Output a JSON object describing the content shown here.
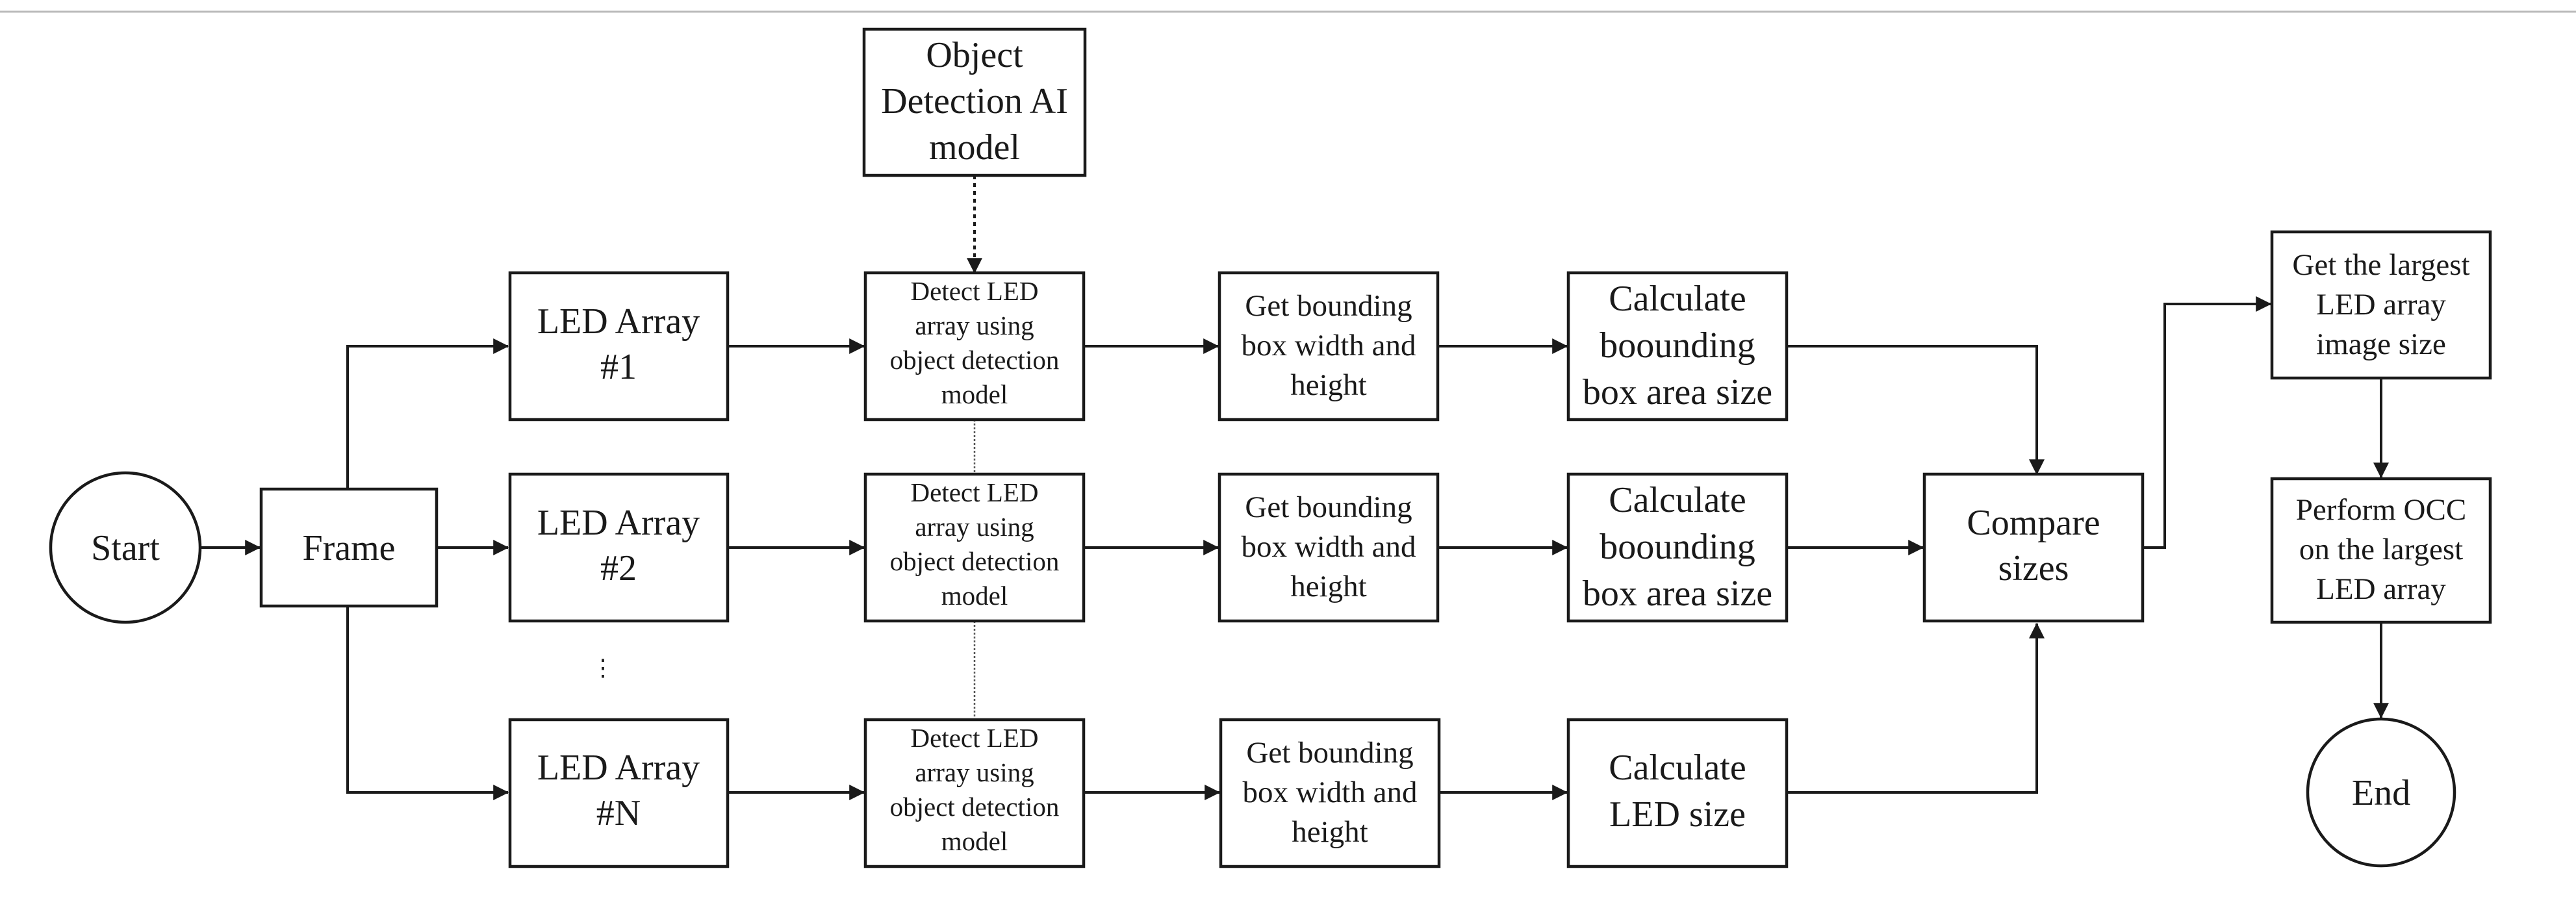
{
  "nodes": {
    "start": "Start",
    "frame": "Frame",
    "ai_model": [
      "Object",
      "Detection AI",
      "model"
    ],
    "led1": [
      "LED Array",
      "#1"
    ],
    "led2": [
      "LED Array",
      "#2"
    ],
    "ledn": [
      "LED Array",
      "#N"
    ],
    "detect1": [
      "Detect LED",
      "array using",
      "object detection",
      "model"
    ],
    "detect2": [
      "Detect LED",
      "array using",
      "object detection",
      "model"
    ],
    "detectn": [
      "Detect LED",
      "array using",
      "object detection",
      "model"
    ],
    "bbox1": [
      "Get bounding",
      "box width and",
      "height"
    ],
    "bbox2": [
      "Get bounding",
      "box width and",
      "height"
    ],
    "bboxn": [
      "Get bounding",
      "box width and",
      "height"
    ],
    "calc1": [
      "Calculate",
      "boounding",
      "box area size"
    ],
    "calc2": [
      "Calculate",
      "boounding",
      "box area size"
    ],
    "calcn": [
      "Calculate",
      "LED size"
    ],
    "compare": [
      "Compare",
      "sizes"
    ],
    "largest": [
      "Get the largest",
      "LED array",
      "image size"
    ],
    "perform": [
      "Perform OCC",
      "on the largest",
      "LED array"
    ],
    "end": "End"
  },
  "ellipsis": "⋮"
}
